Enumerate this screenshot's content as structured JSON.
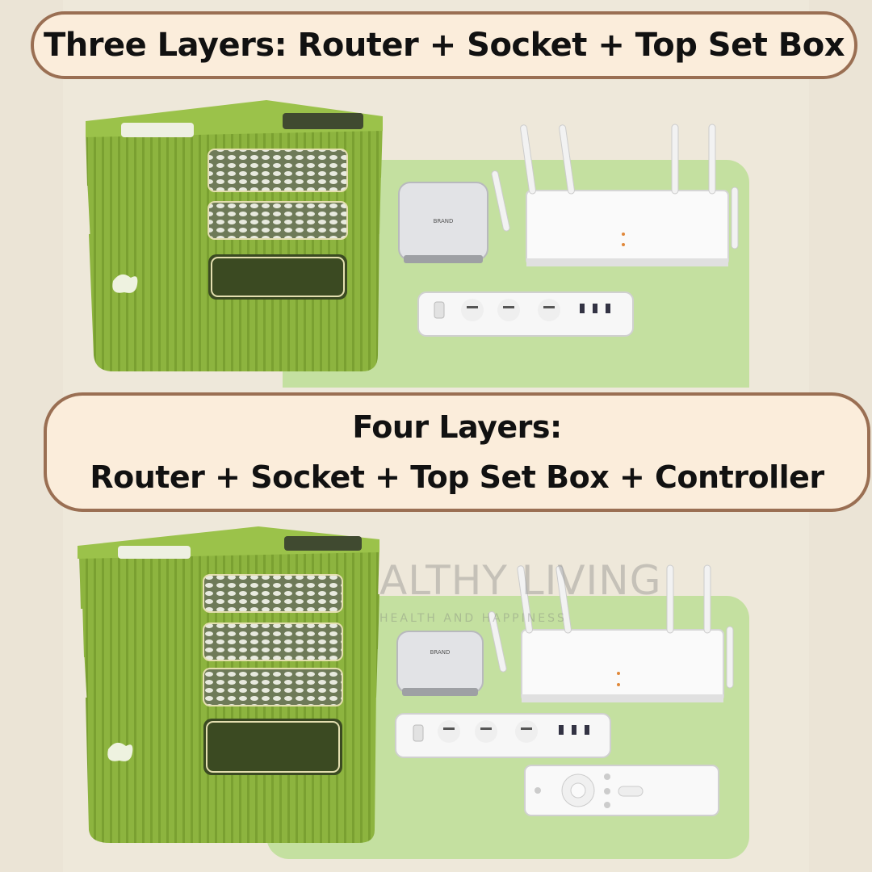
{
  "banners": {
    "top": {
      "line1": "Three Layers: Router + Socket + Top Set Box"
    },
    "bottom": {
      "line1": "Four Layers:",
      "line2": "Router + Socket + Top Set Box + Controller"
    }
  },
  "devices": {
    "settop_brand": "BRAND"
  },
  "watermark": {
    "main": "ALTHY LIVING",
    "sub": "HEALTH AND HAPPINESS"
  },
  "colors": {
    "background": "#ebe4d6",
    "banner_fill": "#fbeddb",
    "banner_border": "#9a6f53",
    "organizer_green": "#8fb540",
    "panel_green": "#c4e0a0"
  },
  "icons": [
    "router-icon",
    "settop-box-icon",
    "power-strip-icon",
    "remote-control-icon",
    "organizer-box-icon"
  ]
}
